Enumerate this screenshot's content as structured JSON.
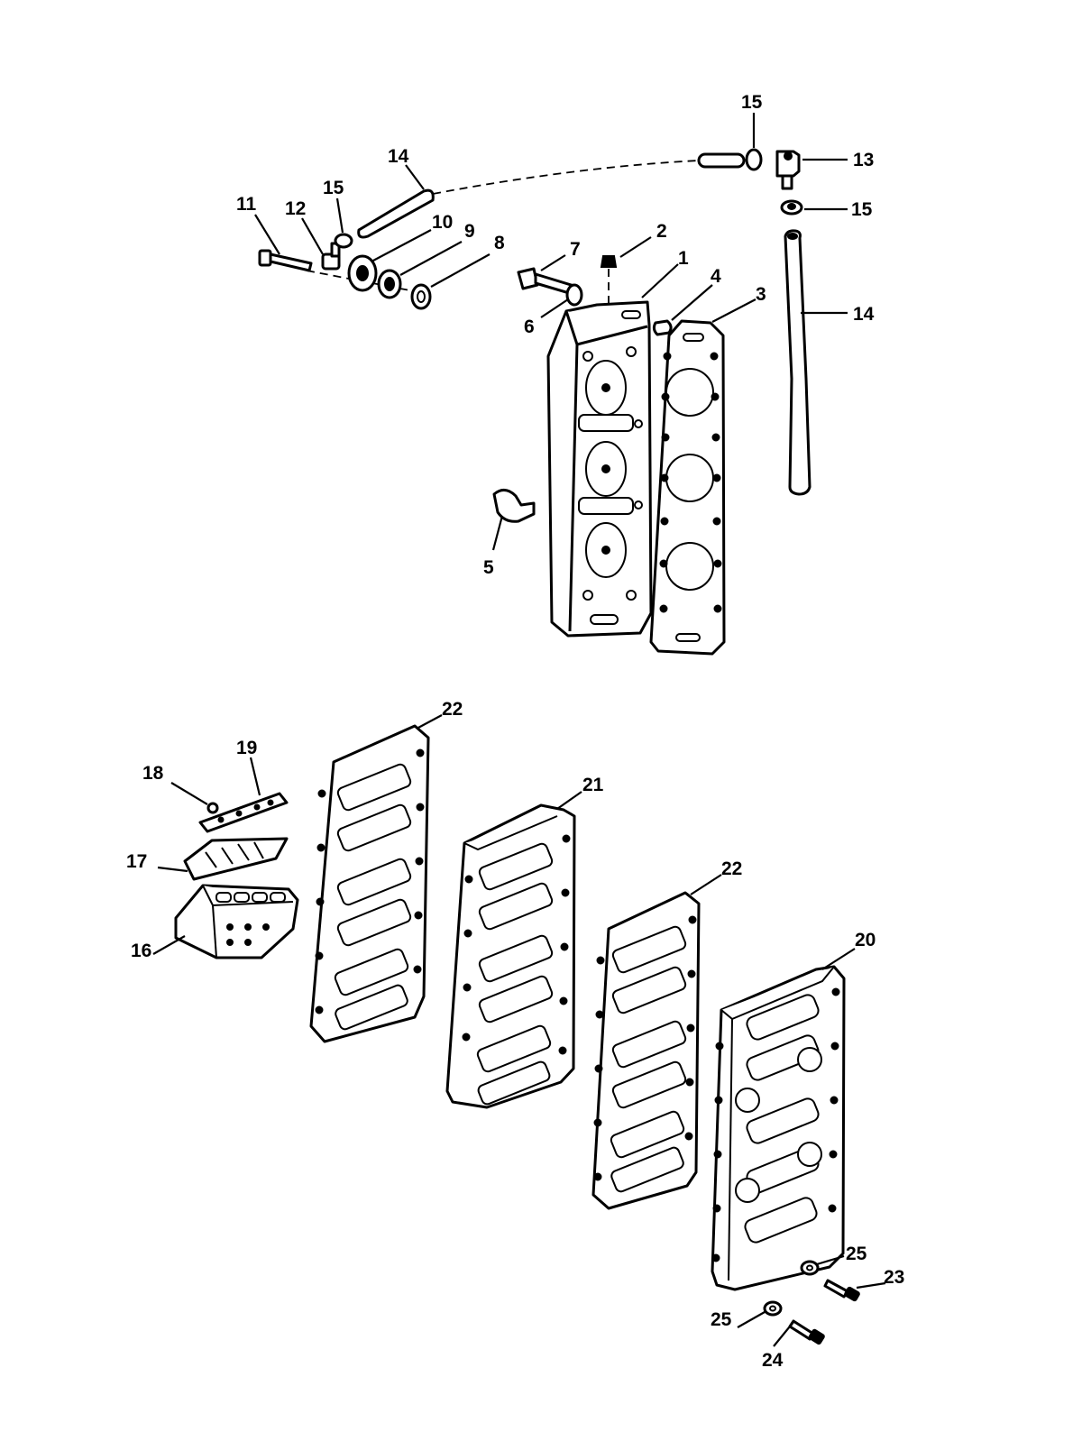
{
  "callouts": [
    {
      "id": "c1",
      "label": "1"
    },
    {
      "id": "c2",
      "label": "2"
    },
    {
      "id": "c3",
      "label": "3"
    },
    {
      "id": "c4",
      "label": "4"
    },
    {
      "id": "c5",
      "label": "5"
    },
    {
      "id": "c6",
      "label": "6"
    },
    {
      "id": "c7",
      "label": "7"
    },
    {
      "id": "c8",
      "label": "8"
    },
    {
      "id": "c9",
      "label": "9"
    },
    {
      "id": "c10",
      "label": "10"
    },
    {
      "id": "c11",
      "label": "11"
    },
    {
      "id": "c12",
      "label": "12"
    },
    {
      "id": "c13",
      "label": "13"
    },
    {
      "id": "c14a",
      "label": "14"
    },
    {
      "id": "c14b",
      "label": "14"
    },
    {
      "id": "c15a",
      "label": "15"
    },
    {
      "id": "c15b",
      "label": "15"
    },
    {
      "id": "c15c",
      "label": "15"
    },
    {
      "id": "c16",
      "label": "16"
    },
    {
      "id": "c17",
      "label": "17"
    },
    {
      "id": "c18",
      "label": "18"
    },
    {
      "id": "c19",
      "label": "19"
    },
    {
      "id": "c20",
      "label": "20"
    },
    {
      "id": "c21",
      "label": "21"
    },
    {
      "id": "c22a",
      "label": "22"
    },
    {
      "id": "c22b",
      "label": "22"
    },
    {
      "id": "c23",
      "label": "23"
    },
    {
      "id": "c24",
      "label": "24"
    },
    {
      "id": "c25a",
      "label": "25"
    },
    {
      "id": "c25b",
      "label": "25"
    }
  ]
}
